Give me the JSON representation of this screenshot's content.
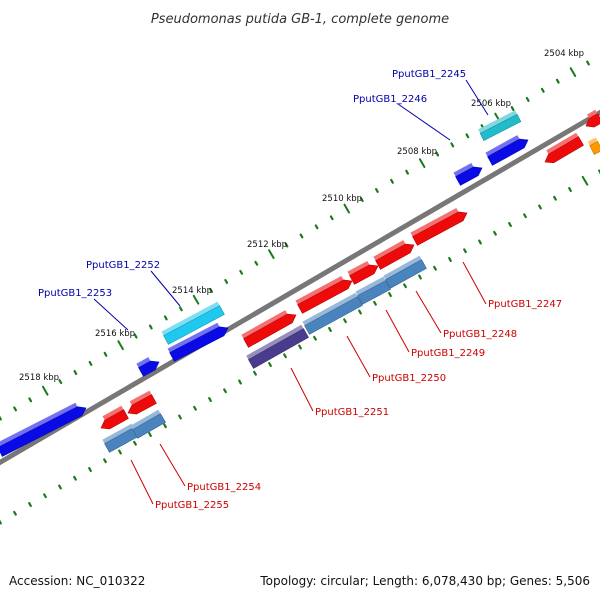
{
  "title": "Pseudomonas putida GB-1, complete genome",
  "footer": {
    "accession": "Accession: NC_010322",
    "topology": "Topology: circular; Length: 6,078,430 bp; Genes: 5,506"
  },
  "ticks": [
    "2504 kbp",
    "2506 kbp",
    "2508 kbp",
    "2510 kbp",
    "2512 kbp",
    "2514 kbp",
    "2516 kbp",
    "2518 kbp"
  ],
  "colors": {
    "backbone": "#777777",
    "tick": "#1a7a1a",
    "forward_cds": "#0a0ae6",
    "forward_gene": "#1ec8ee",
    "reverse_cds": "#ee0a0a",
    "reverse_gene": "#4a84be",
    "forward_label": "#0000aa",
    "reverse_label": "#cc0000",
    "dark_purple": "#4a3c8c",
    "orange": "#ff9900",
    "teal": "#22bbcc"
  },
  "gene_labels": {
    "forward": [
      "PputGB1_2245",
      "PputGB1_2246",
      "PputGB1_2252",
      "PputGB1_2253"
    ],
    "reverse": [
      "PputGB1_2247",
      "PputGB1_2248",
      "PputGB1_2249",
      "PputGB1_2250",
      "PputGB1_2251",
      "PputGB1_2254",
      "PputGB1_2255"
    ]
  }
}
